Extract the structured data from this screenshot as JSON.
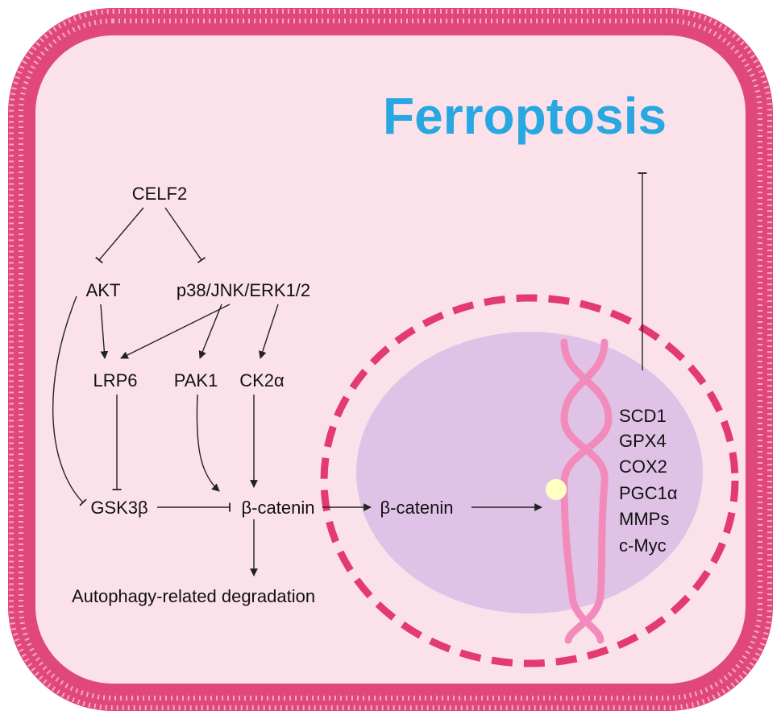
{
  "title": "Ferroptosis",
  "colors": {
    "membrane": "#e0487a",
    "cytoplasm": "#fbe2ea",
    "nucleus_fill": "#dfc2e6",
    "nuclear_envelope": "#e33a72",
    "dna": "#f28bbb",
    "centromere": "#ffffc2",
    "title": "#29a7e0",
    "arrow": "#222222"
  },
  "nodes": {
    "celf2": "CELF2",
    "akt": "AKT",
    "mapk": "p38/JNK/ERK1/2",
    "lrp6": "LRP6",
    "pak1": "PAK1",
    "ck2a": "CK2α",
    "gsk3b": "GSK3β",
    "bcat_cyto": "β-catenin",
    "bcat_nuc": "β-catenin",
    "autophagy": "Autophagy-related degradation"
  },
  "target_genes": [
    "SCD1",
    "GPX4",
    "COX2",
    "PGC1α",
    "MMPs",
    "c-Myc"
  ]
}
